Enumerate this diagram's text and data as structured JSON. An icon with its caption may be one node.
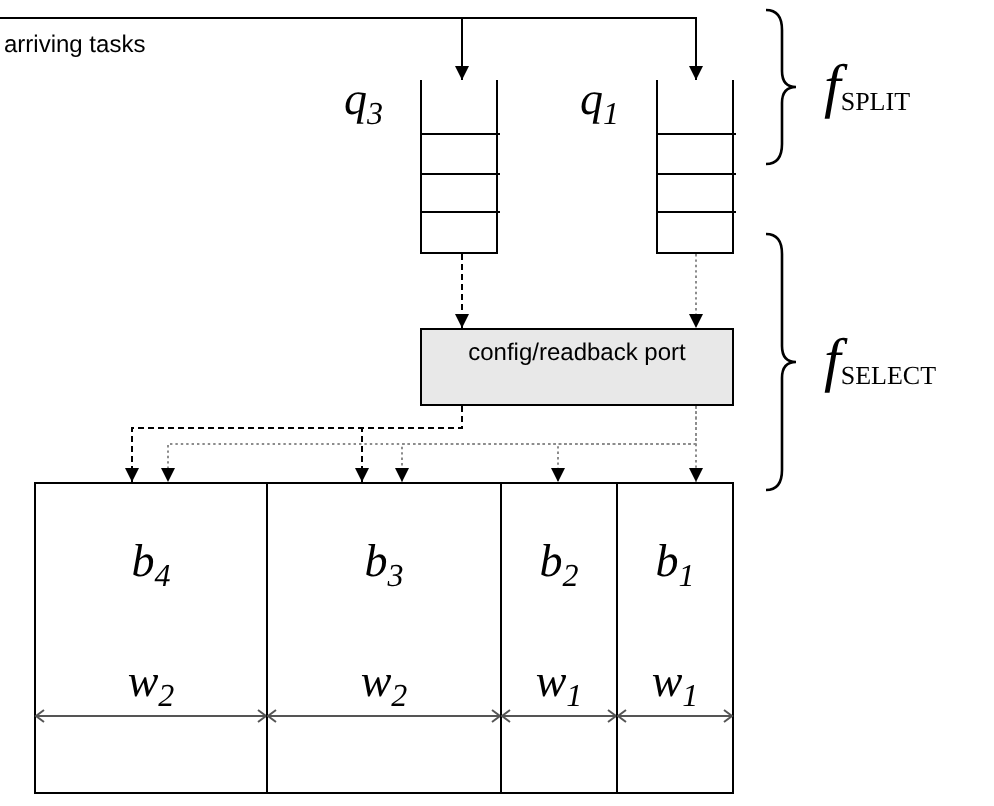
{
  "diagram": {
    "nodes": [
      {
        "text": [
          "arriving tasks"
        ]
      },
      {
        "text": [],
        "shape": "box",
        "beside": [
          "q$_{3}$"
        ]
      },
      {
        "text": [],
        "shape": "box",
        "beside": [
          "q$_{1}$"
        ]
      },
      {
        "text": [
          "config/readback port"
        ]
      },
      {
        "text": [
          "b$_{4}$",
          "w$_{2}$"
        ]
      },
      {
        "text": [
          "b$_{3}$",
          "w$_{2}$"
        ]
      },
      {
        "text": [
          "b$_{2}$",
          "w$_{1}$"
        ]
      },
      {
        "text": [
          "b$_{1}$",
          "w$_{1}$"
        ]
      }
    ],
    "edges": [
      {
        "from": 0,
        "to": 1,
        "arrow": "to"
      },
      {
        "from": 0,
        "to": 2,
        "arrow": "to"
      },
      {
        "from": 1,
        "to": 3,
        "arrow": "to",
        "style": "dashed"
      },
      {
        "from": 2,
        "to": 3,
        "arrow": "to",
        "style": "dashed",
        "color": "#8c8c8c"
      },
      {
        "from": 3,
        "to": 4,
        "arrow": "to",
        "style": "dashed"
      },
      {
        "from": 3,
        "to": 5,
        "arrow": "to",
        "style": "dashed"
      },
      {
        "from": 3,
        "to": 4,
        "arrow": "to",
        "style": "dashed",
        "color": "#8c8c8c"
      },
      {
        "from": 3,
        "to": 5,
        "arrow": "to",
        "style": "dashed",
        "color": "#8c8c8c"
      },
      {
        "from": 3,
        "to": 6,
        "arrow": "to",
        "style": "dashed",
        "color": "#8c8c8c"
      },
      {
        "from": 3,
        "to": 7,
        "arrow": "to",
        "style": "dashed",
        "color": "#8c8c8c"
      }
    ],
    "labels": [
      "f$_{SPLIT}$",
      "f$_{SELECT}$"
    ]
  }
}
